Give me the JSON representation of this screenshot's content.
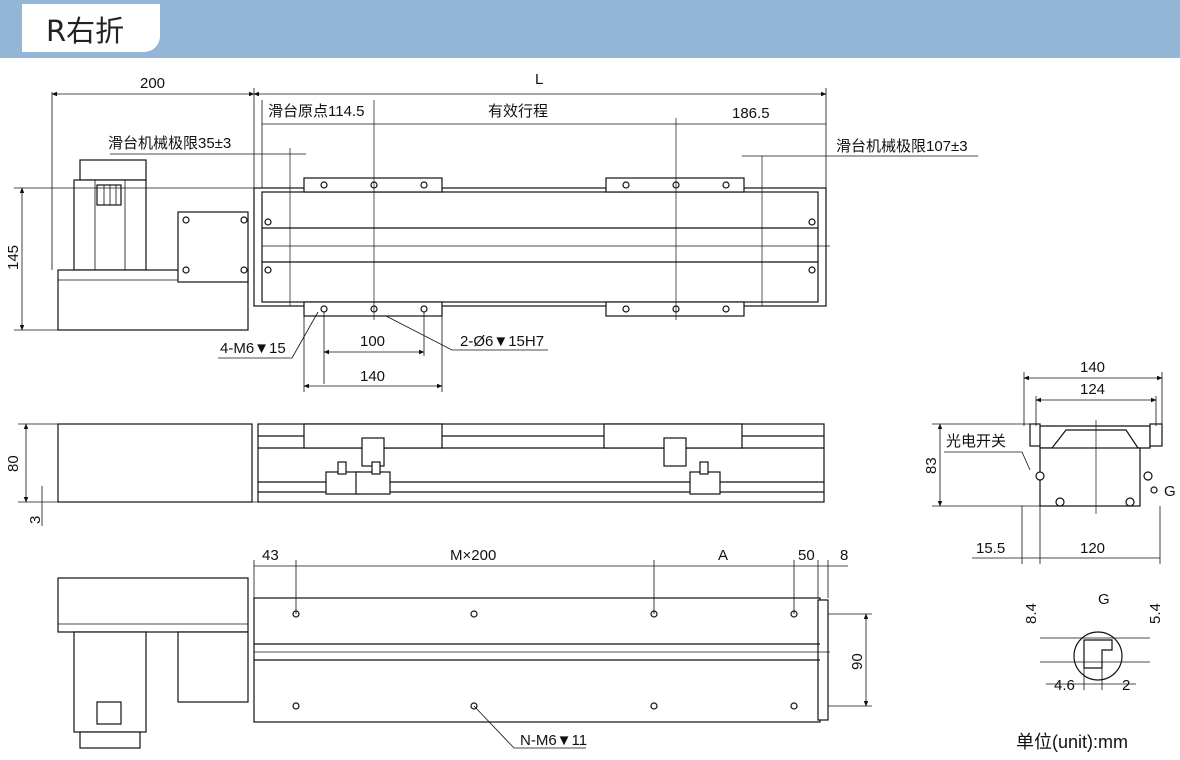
{
  "header": {
    "title": "R右折",
    "band_color": "#93b6d6"
  },
  "dims": {
    "motor_offset": "200",
    "length": "L",
    "slide_origin": "滑台原点114.5",
    "effective_stroke": "有效行程",
    "right_end": "186.5",
    "left_limit": "滑台机械极限35±3",
    "right_limit": "滑台机械极限107±3",
    "height_total": "145",
    "slide_holes": "4-M6▼15",
    "pin_holes": "2-Ø6▼15H7",
    "hole_pitch": "100",
    "slide_width": "140",
    "side_height": "80",
    "base_offset": "3",
    "end_width": "140",
    "inner_width": "124",
    "section_height": "83",
    "photo_switch": "光电开关",
    "g_label": "G",
    "left_pad": "15.5",
    "base_width": "120",
    "first_hole": "43",
    "pitch": "M×200",
    "a_dim": "A",
    "last_hole": "50",
    "end_pad": "8",
    "rail_width": "90",
    "base_holes": "N-M6▼11",
    "detail_g": "G",
    "g_h1": "8.4",
    "g_h2": "5.4",
    "g_w1": "4.6",
    "g_w2": "2"
  },
  "unit": "单位(unit):mm"
}
